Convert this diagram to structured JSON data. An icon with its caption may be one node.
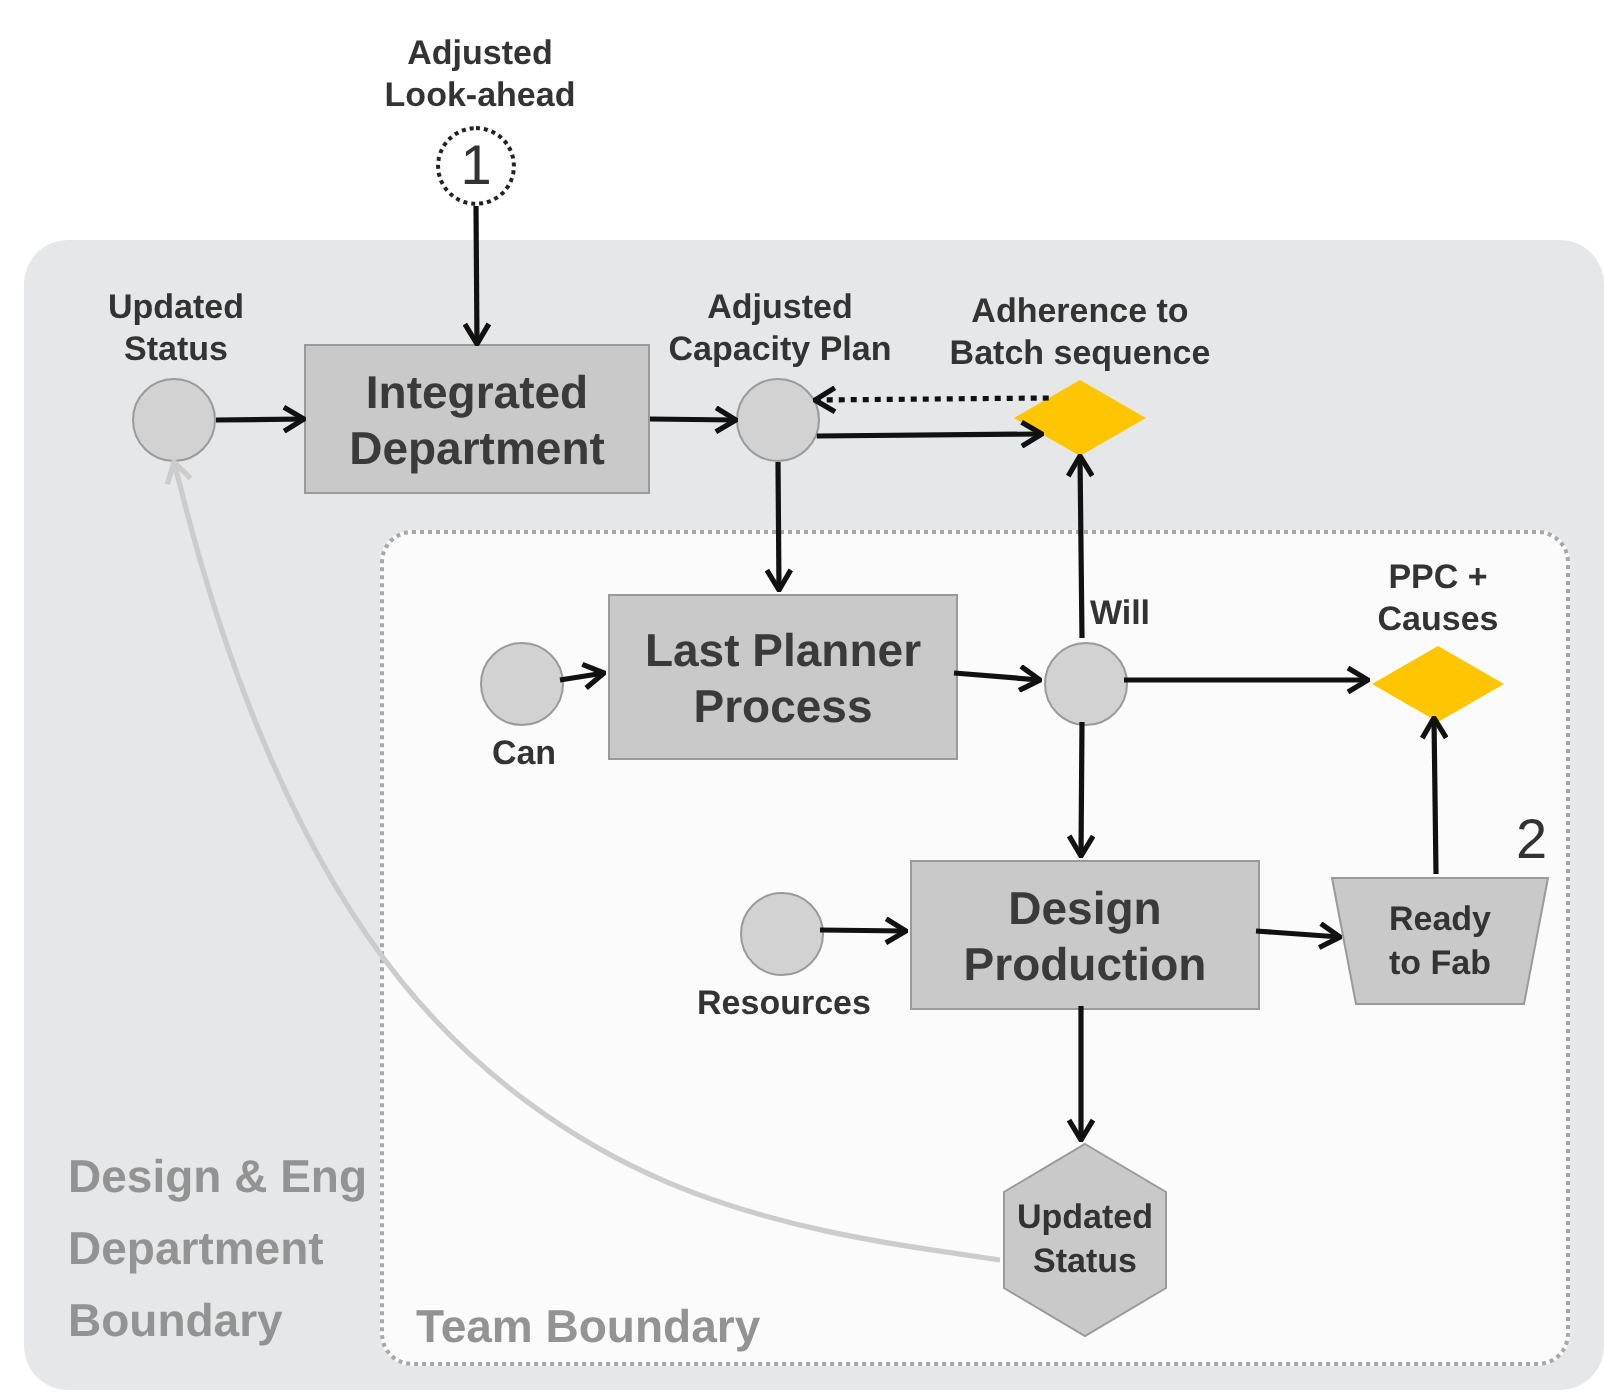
{
  "diagram": {
    "nodes": [
      {
        "text": [
          "Design & Eng Department Boundary"
        ]
      },
      {
        "text": [
          "Team Boundary"
        ],
        "in": 0
      },
      {
        "text": [
          "Adjusted Look-ahead",
          "1"
        ]
      },
      {
        "text": [
          "Updated Status"
        ],
        "in": 0
      },
      {
        "text": [
          "Integrated Department"
        ],
        "in": 0
      },
      {
        "text": [
          "Adjusted Capacity Plan"
        ],
        "in": 0
      },
      {
        "text": [
          "Adherence to Batch sequence"
        ],
        "in": 0
      },
      {
        "text": [
          "Can"
        ],
        "in": 1
      },
      {
        "text": [
          "Last Planner Process"
        ],
        "in": 1
      },
      {
        "text": [
          "Will"
        ],
        "in": 1
      },
      {
        "text": [
          "PPC + Causes"
        ],
        "in": 1
      },
      {
        "text": [
          "Resources"
        ],
        "in": 1
      },
      {
        "text": [
          "Design Production"
        ],
        "in": 1
      },
      {
        "text": [
          "Ready to Fab"
        ],
        "beside": [
          "2"
        ],
        "in": 1
      },
      {
        "text": [
          "Updated Status"
        ],
        "in": 1
      }
    ],
    "edges": [
      {
        "from": 2,
        "to": 4,
        "arrow": "to"
      },
      {
        "from": 3,
        "to": 4,
        "arrow": "to"
      },
      {
        "from": 4,
        "to": 5,
        "arrow": "to"
      },
      {
        "from": 5,
        "to": 6,
        "arrow": "to"
      },
      {
        "from": 6,
        "to": 5,
        "arrow": "to",
        "style": "dashed"
      },
      {
        "from": 5,
        "to": 8,
        "arrow": "to"
      },
      {
        "from": 7,
        "to": 8,
        "arrow": "to"
      },
      {
        "from": 8,
        "to": 9,
        "arrow": "to"
      },
      {
        "from": 9,
        "to": 6,
        "arrow": "to"
      },
      {
        "from": 9,
        "to": 10,
        "arrow": "to"
      },
      {
        "from": 9,
        "to": 12,
        "arrow": "to"
      },
      {
        "from": 11,
        "to": 12,
        "arrow": "to"
      },
      {
        "from": 12,
        "to": 13,
        "arrow": "to"
      },
      {
        "from": 13,
        "to": 10,
        "arrow": "to"
      },
      {
        "from": 12,
        "to": 14,
        "arrow": "to"
      },
      {
        "from": 14,
        "to": 3,
        "arrow": "to",
        "color": "#cccccc"
      }
    ]
  }
}
